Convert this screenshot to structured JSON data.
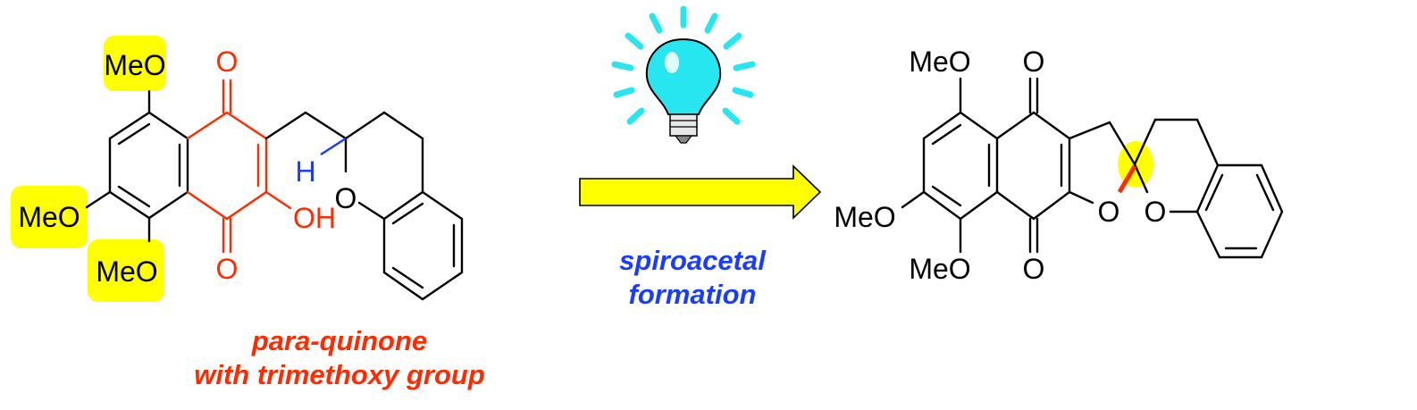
{
  "colors": {
    "highlight": "#ffff00",
    "quinone": "#ff2a00",
    "reagent_text": "#1a3cff",
    "bulb": "#28e6f0"
  },
  "reactant": {
    "labels": {
      "meo_top": "MeO",
      "meo_left": "MeO",
      "meo_bottom": "MeO",
      "o_top": "O",
      "o_bottom": "O",
      "oh": "OH",
      "h": "H",
      "o_ring": "O"
    },
    "caption_line1": "para-quinone",
    "caption_line2": "with trimethoxy group"
  },
  "arrow": {
    "icon": "lightbulb-icon",
    "caption_line1": "spiroacetal",
    "caption_line2": "formation"
  },
  "product": {
    "labels": {
      "meo_top": "MeO",
      "meo_left": "MeO",
      "meo_bottom": "MeO",
      "o_top": "O",
      "o_bottom": "O",
      "o_furan": "O",
      "o_pyran": "O"
    }
  }
}
